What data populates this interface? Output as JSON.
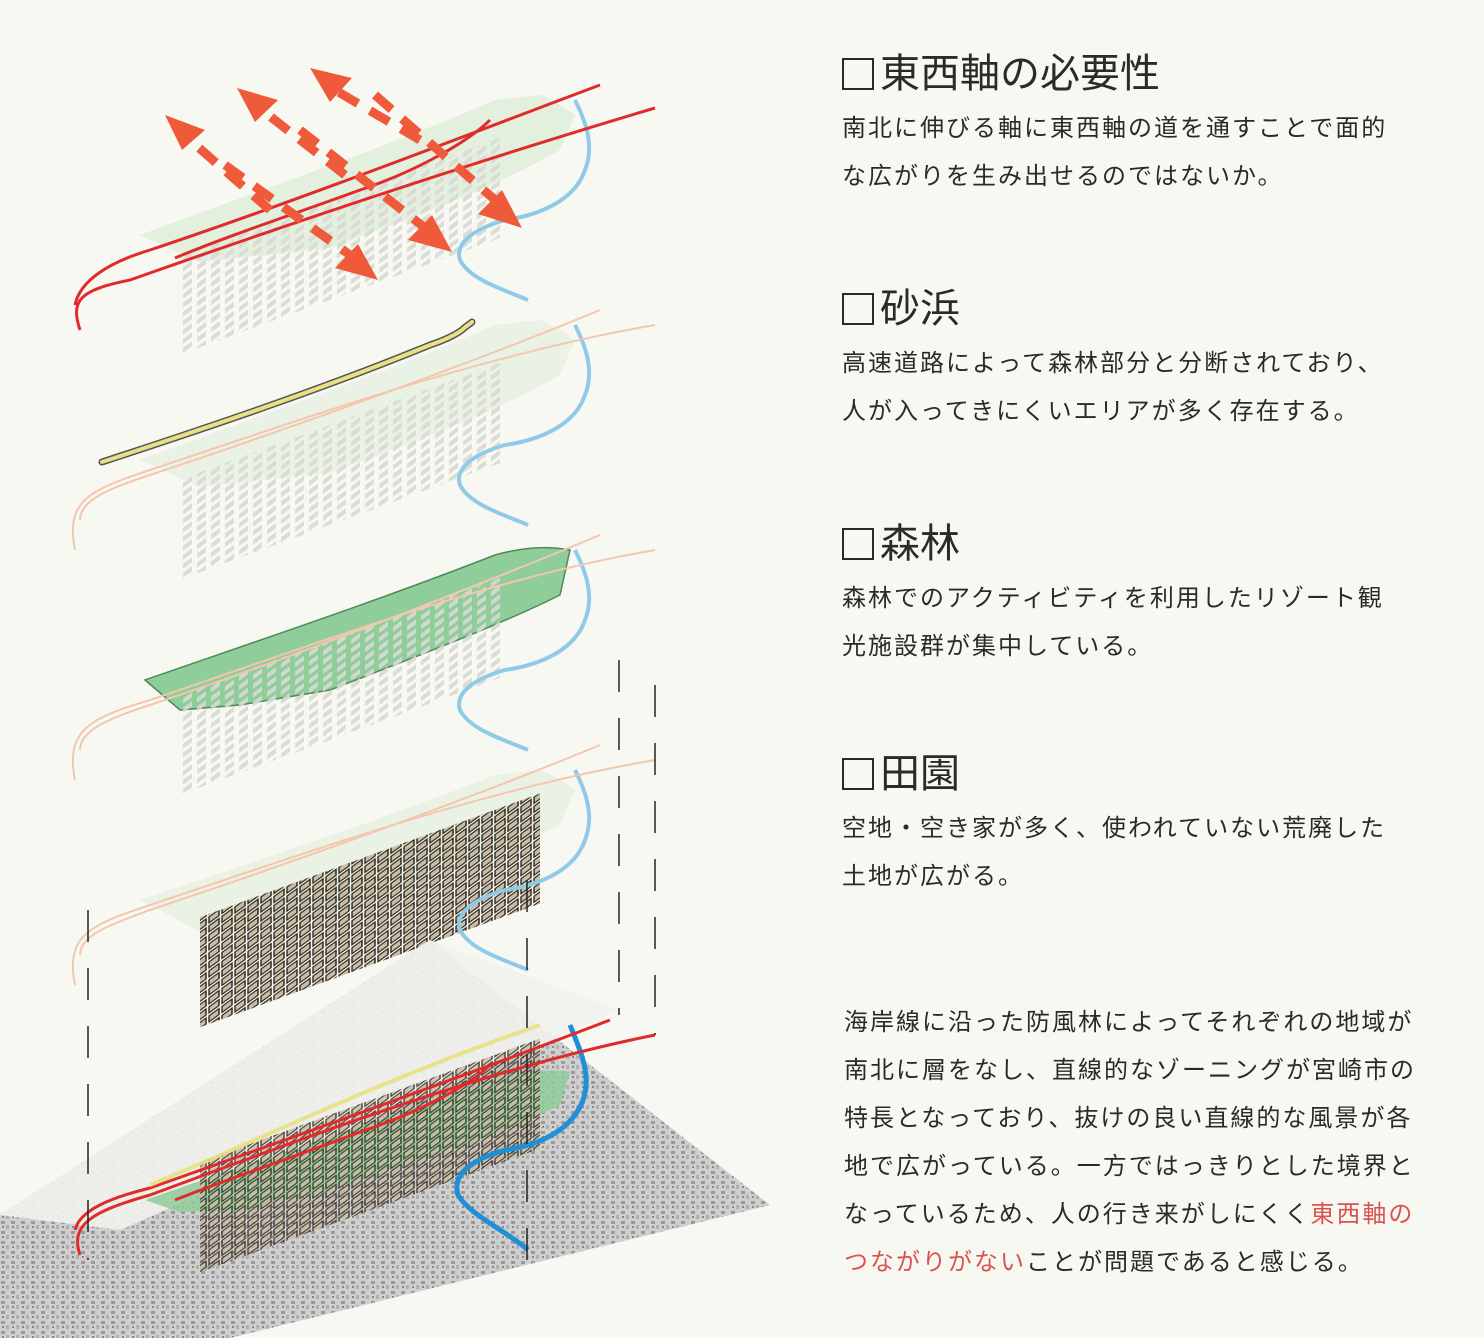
{
  "sections": [
    {
      "title": "東西軸の必要性",
      "lines": [
        "南北に伸びる軸に東西軸の道を通すことで面的",
        "な広がりを生み出せるのではないか。"
      ]
    },
    {
      "title": "砂浜",
      "lines": [
        "高速道路によって森林部分と分断されており、",
        "人が入ってきにくいエリアが多く存在する。"
      ]
    },
    {
      "title": "森林",
      "lines": [
        "森林でのアクティビティを利用したリゾート観",
        "光施設群が集中している。"
      ]
    },
    {
      "title": "田園",
      "lines": [
        "空地・空き家が多く、使われていない荒廃した",
        "土地が広がる。"
      ]
    }
  ],
  "summary": {
    "line1": "海岸線に沿った防風林によってそれぞれの地域が",
    "line2": "南北に層をなし、直線的なゾーニングが宮崎市の",
    "line3": "特長となっており、抜けの良い直線的な風景が各",
    "line4": "地で広がっている。一方ではっきりとした境界と",
    "line5_plain": "なっているため、人の行き来がしにくく",
    "line5_highlight": "東西軸の",
    "line6_highlight": "つながりがない",
    "line6_plain": "ことが問題であると感じる。"
  },
  "colors": {
    "road_red": "#e02b2b",
    "arrow": "#ef5a3a",
    "river": "#8fcbe8",
    "river_strong": "#1f8fd6",
    "forest_light": "#dfefd9",
    "forest": "#8fcd9a",
    "sand": "#e8e082",
    "road_faded": "#f3c7ad",
    "building": "#3a3024",
    "building_fill": "#c9bda5"
  }
}
